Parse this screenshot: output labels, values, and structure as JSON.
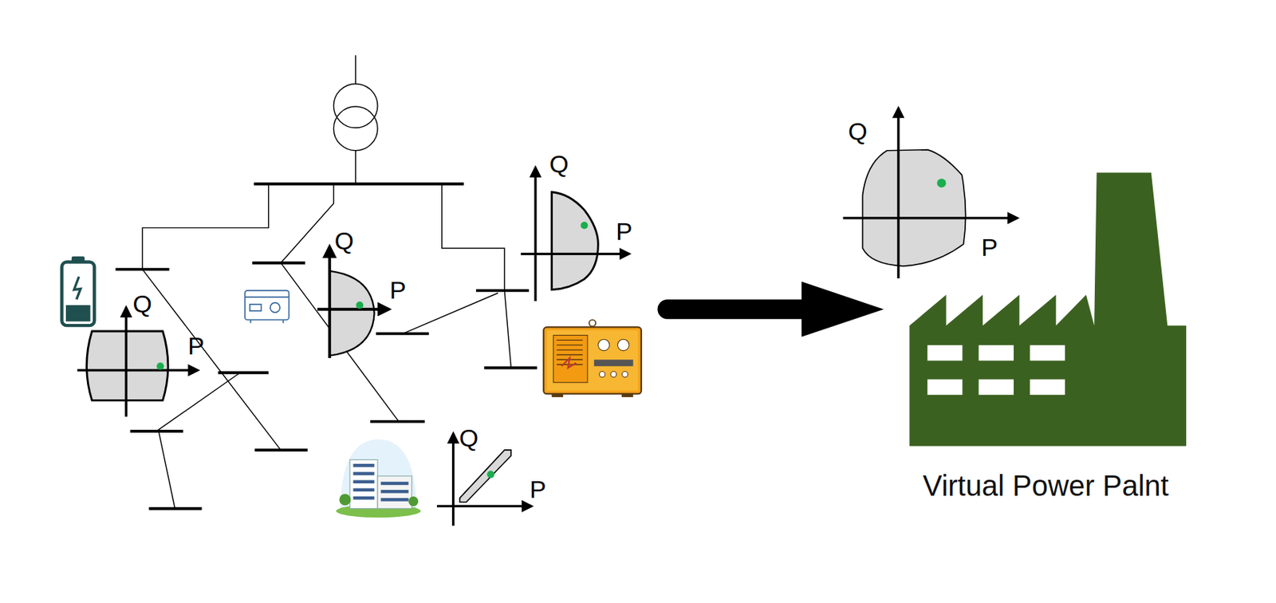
{
  "diagram": {
    "nodes": [
      {
        "text": [
          "Virtual Power Palnt"
        ]
      }
    ],
    "labels": [
      "Q",
      "P",
      "Q",
      "P",
      "Q",
      "P",
      "Q",
      "P",
      "Q",
      "P"
    ]
  }
}
